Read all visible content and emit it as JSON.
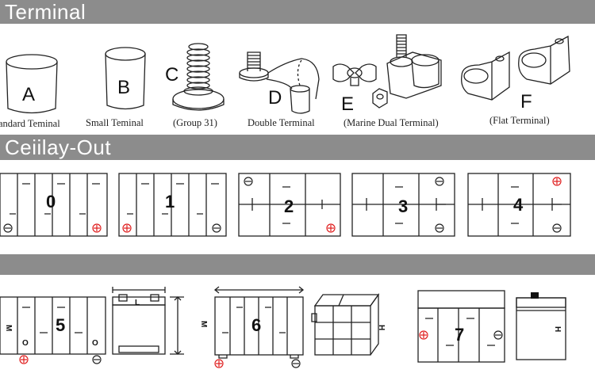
{
  "sections": {
    "terminal_title": "Terminal",
    "layout_title": "Ceiilay-Out",
    "third_title": ""
  },
  "terminals": [
    {
      "letter": "A",
      "caption": "andard Teminal"
    },
    {
      "letter": "B",
      "caption": "Small Teminal"
    },
    {
      "letter": "C",
      "caption": "(Group 31)"
    },
    {
      "letter": "D",
      "caption": "Double Terminal"
    },
    {
      "letter": "E",
      "caption": "(Marine Dual Terminal)"
    },
    {
      "letter": "F",
      "caption": "(Flat Terminal)"
    }
  ],
  "layouts_row1": [
    "0",
    "1",
    "2",
    "3",
    "4"
  ],
  "layouts_row2": {
    "five": "5",
    "six": "6",
    "seven": "7",
    "m_label": "M",
    "h_label": "H",
    "l_label": "L",
    "o_label": "O"
  },
  "colors": {
    "band": "#8c8c8c",
    "positive": "#e02020",
    "line": "#222222"
  }
}
